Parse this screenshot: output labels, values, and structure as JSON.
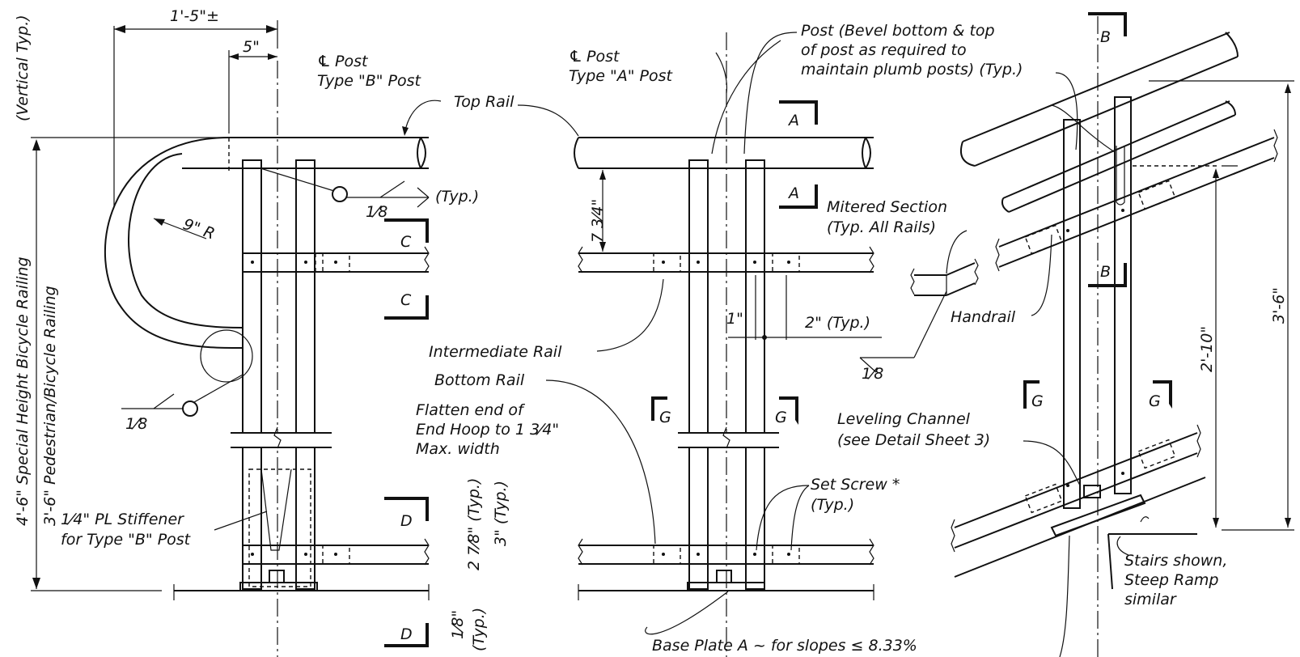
{
  "labels": {
    "dim_top_width": "1'-5\"±",
    "dim_5in": "5\"",
    "cl_post_b_1": "Post",
    "cl_post_b_2": "Type \"B\" Post",
    "vertical_typ": "(Vertical Typ.)",
    "top_rail": "Top Rail",
    "typ": "(Typ.)",
    "weld_18_top": "1⁄8",
    "radius_9": "9\" R",
    "stiffener_1": "1⁄4\" PL Stiffener",
    "stiffener_2": "for Type \"B\" Post",
    "weld_18_left": "1⁄8",
    "height_456": "4'-6\" Special Height Bicycle Railing",
    "height_36": "3'-6\" Pedestrian/Bicycle Railing",
    "cl_post_a_1": "Post",
    "cl_post_a_2": "Type \"A\" Post",
    "post_bevel_1": "Post (Bevel bottom & top",
    "post_bevel_2": "of post as required to",
    "post_bevel_3": "maintain plumb posts) (Typ.)",
    "dim_734": "7 3⁄4\"",
    "intermediate_rail": "Intermediate Rail",
    "bottom_rail": "Bottom Rail",
    "flatten_1": "Flatten end of",
    "flatten_2": "End Hoop to 1 3⁄4\"",
    "flatten_3": "Max. width",
    "dim_278": "2 7⁄8\" (Typ.)",
    "dim_3": "3\" (Typ.)",
    "dim_18": "1⁄8\"",
    "dim_18_typ": "(Typ.)",
    "dim_1in": "1\"",
    "dim_2in": "2\" (Typ.)",
    "set_screw_1": "Set Screw *",
    "set_screw_2": "(Typ.)",
    "base_plate": "Base Plate A ~ for slopes ≤ 8.33%",
    "mitered_1": "Mitered Section",
    "mitered_2": "(Typ. All Rails)",
    "handrail": "Handrail",
    "weld_18_right": "1⁄8",
    "leveling_1": "Leveling Channel",
    "leveling_2": "(see Detail Sheet 3)",
    "stairs_1": "Stairs shown,",
    "stairs_2": "Steep Ramp",
    "stairs_3": "similar",
    "dim_210": "2'-10\"",
    "dim_36_right": "3'-6\"",
    "sec_a": "A",
    "sec_b": "B",
    "sec_c": "C",
    "sec_d": "D",
    "sec_g": "G"
  }
}
